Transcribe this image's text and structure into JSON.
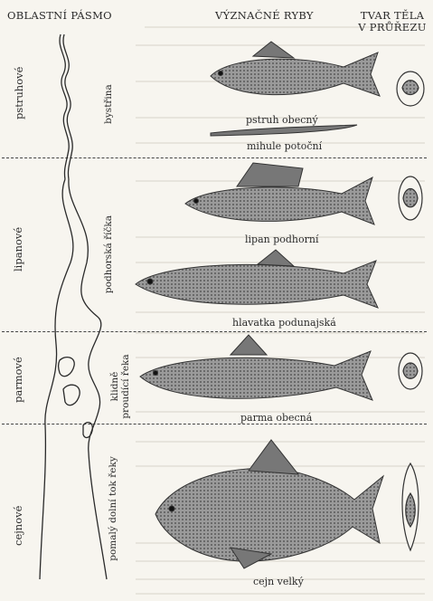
{
  "headers": {
    "zone": "OBLASTNÍ PÁSMO",
    "fish": "VÝZNAČNÉ RYBY",
    "shape_line1": "TVAR TĚLA",
    "shape_line2": "V PRŮŘEZU"
  },
  "zones": [
    {
      "name": "pstruhové",
      "flow": [
        "bystřina"
      ]
    },
    {
      "name": "lipanové",
      "flow": [
        "podhorská říčka"
      ]
    },
    {
      "name": "parmové",
      "flow": [
        "klidně",
        "proudící řeka"
      ]
    },
    {
      "name": "cejnové",
      "flow": [
        "pomalý dolní tok řeky"
      ]
    }
  ],
  "fish": [
    {
      "name": "pstruh obecný"
    },
    {
      "name": "mihule potoční"
    },
    {
      "name": "lipan podhorní"
    },
    {
      "name": "hlavatka podunajská"
    },
    {
      "name": "parma obecná"
    },
    {
      "name": "cejn velký"
    }
  ],
  "colors": {
    "ink": "#2a2a2a",
    "paper": "#f7f5ef",
    "fish_body": "#8a8a8a",
    "fish_dark": "#4d4d4d"
  }
}
